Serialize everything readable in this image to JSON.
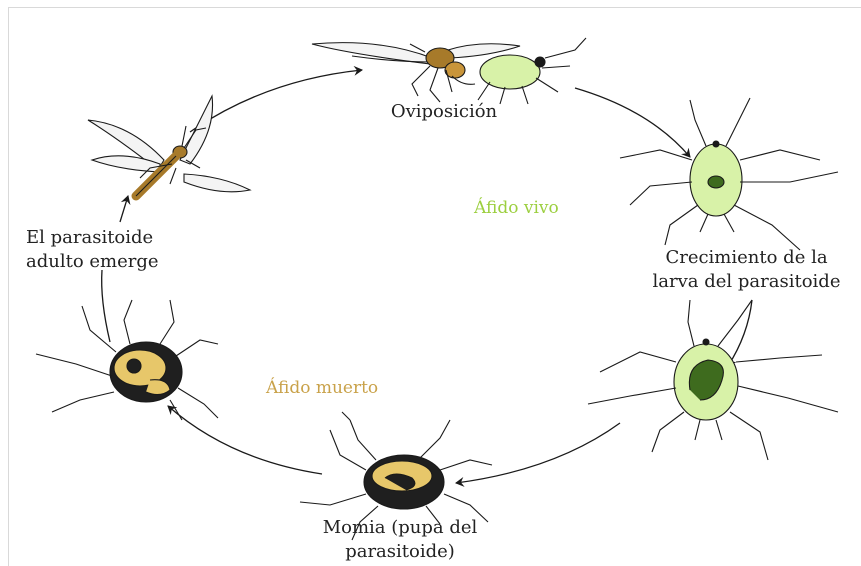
{
  "labels": {
    "oviposition": "Oviposición",
    "larva_growth": [
      "Crecimiento de la",
      "larva del parasitoide"
    ],
    "mummy": [
      "Momia (pupa del",
      "parasitoide)"
    ],
    "adult_emerges": [
      "El parasitoide",
      "adulto emerge"
    ],
    "live_aphid": "Áfido vivo",
    "dead_aphid": "Áfido muerto"
  },
  "colors": {
    "live_aphid_text": "#9ccf3f",
    "dead_aphid_text": "#c9a24a",
    "aphid_green": "#d8f2a8",
    "mummy_tan": "#e7c76a",
    "wasp_brown": "#a77a2a",
    "line": "#1a1a1a"
  },
  "stages": [
    {
      "name": "oviposition-stage",
      "icon": "wasp-on-aphid-icon"
    },
    {
      "name": "larva-early-stage",
      "icon": "green-aphid-icon"
    },
    {
      "name": "larva-late-stage",
      "icon": "green-aphid-with-larva-icon"
    },
    {
      "name": "mummy-stage",
      "icon": "mummy-icon"
    },
    {
      "name": "emerged-mummy-stage",
      "icon": "mummy-with-exit-hole-icon"
    },
    {
      "name": "adult-wasp-stage",
      "icon": "adult-wasp-icon"
    }
  ]
}
